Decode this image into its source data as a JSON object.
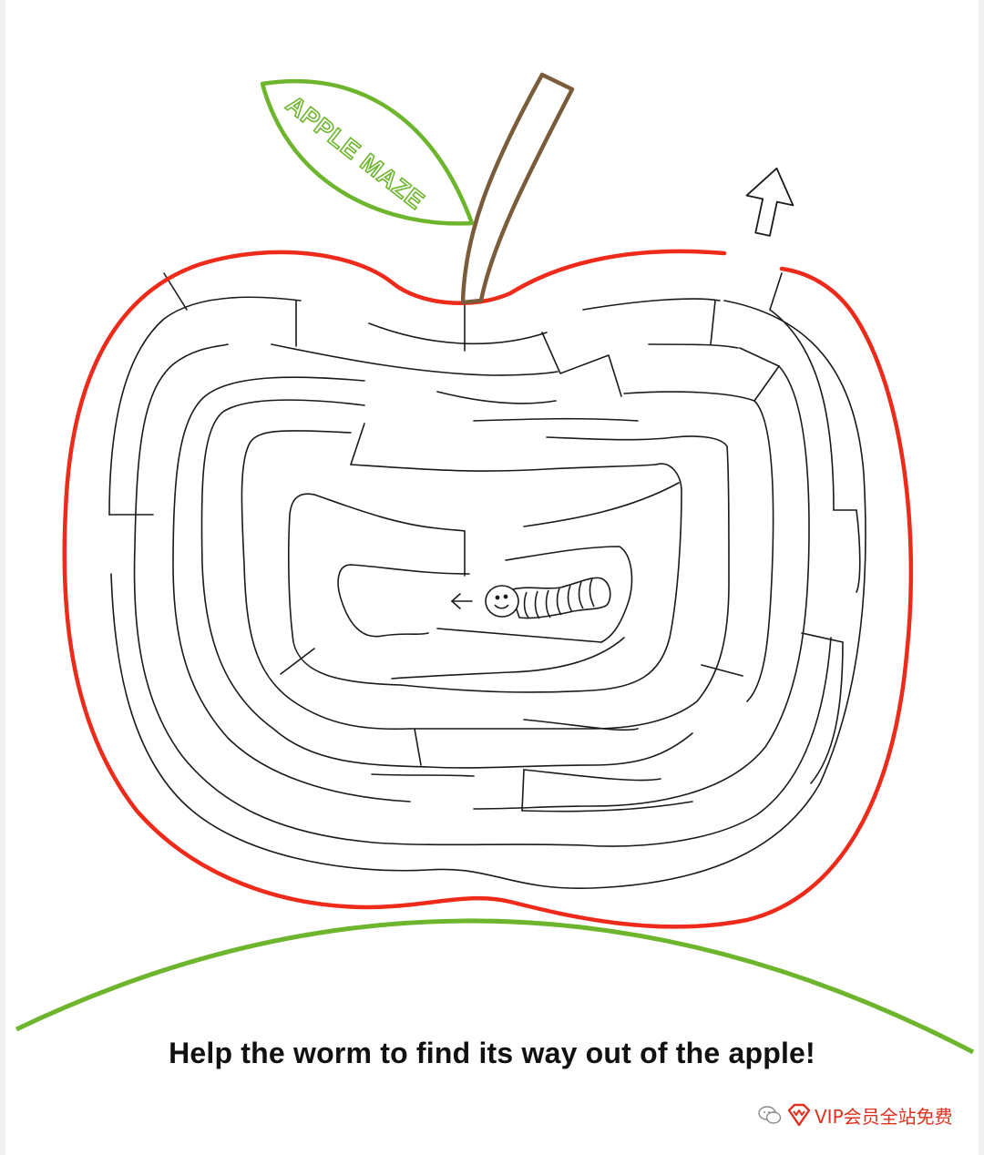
{
  "title": "APPLE MAZE",
  "instruction": "Help the worm to find its way out of the apple!",
  "watermark": {
    "text": "VIP会员全站免费",
    "icons": [
      "wechat-icon",
      "vip-diamond-icon"
    ]
  },
  "colors": {
    "apple_outline": "#ee2a1a",
    "leaf": "#6cb52d",
    "stem": "#7a5c3a",
    "ground": "#6cb52d",
    "maze_lines": "#1a1a1a",
    "watermark": "#e0301e"
  },
  "icons": [
    "exit-arrow-icon",
    "worm-icon",
    "left-arrow-icon"
  ]
}
